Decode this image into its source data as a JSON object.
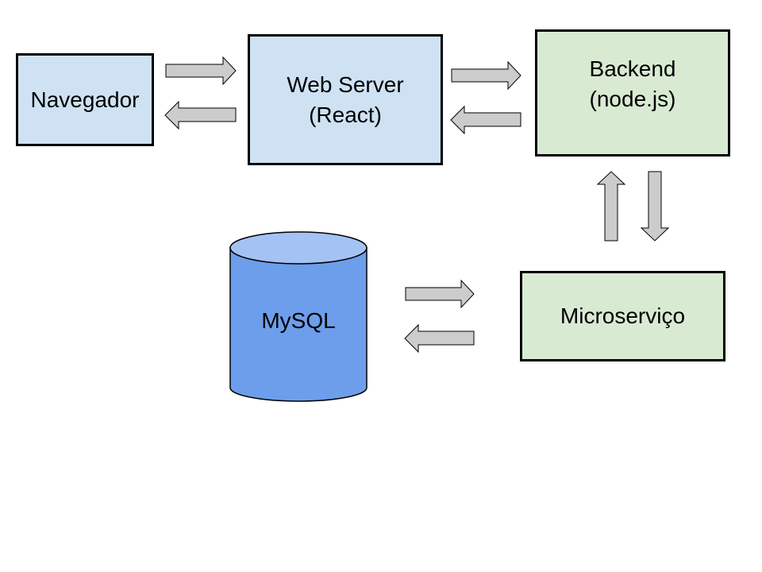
{
  "nodes": {
    "navegador": {
      "label": "Navegador"
    },
    "web_server": {
      "line1": "Web Server",
      "line2": "(React)"
    },
    "backend": {
      "line1": "Backend",
      "line2": "(node.js)"
    },
    "microservico": {
      "label": "Microserviço"
    },
    "mysql": {
      "label": "MySQL"
    }
  },
  "colors": {
    "blue_box": "#cfe2f3",
    "green_box": "#d9ead3",
    "database_body": "#6d9eeb",
    "database_top": "#a4c2f4",
    "arrow_fill": "#cccccc",
    "outline": "#000000"
  }
}
